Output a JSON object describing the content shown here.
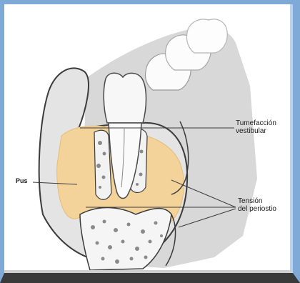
{
  "labels": {
    "pus": "Pus",
    "tumefaccion_line1": "Tumefacción",
    "tumefaccion_line2": "vestibular",
    "tension_line1": "Tensión",
    "tension_line2": "del periostio"
  },
  "colors": {
    "pus": "#f4d39a",
    "gum_shadow": "#d6d6d6",
    "frame_blue": "#7fa9d6",
    "outline": "#3b3b3b"
  }
}
